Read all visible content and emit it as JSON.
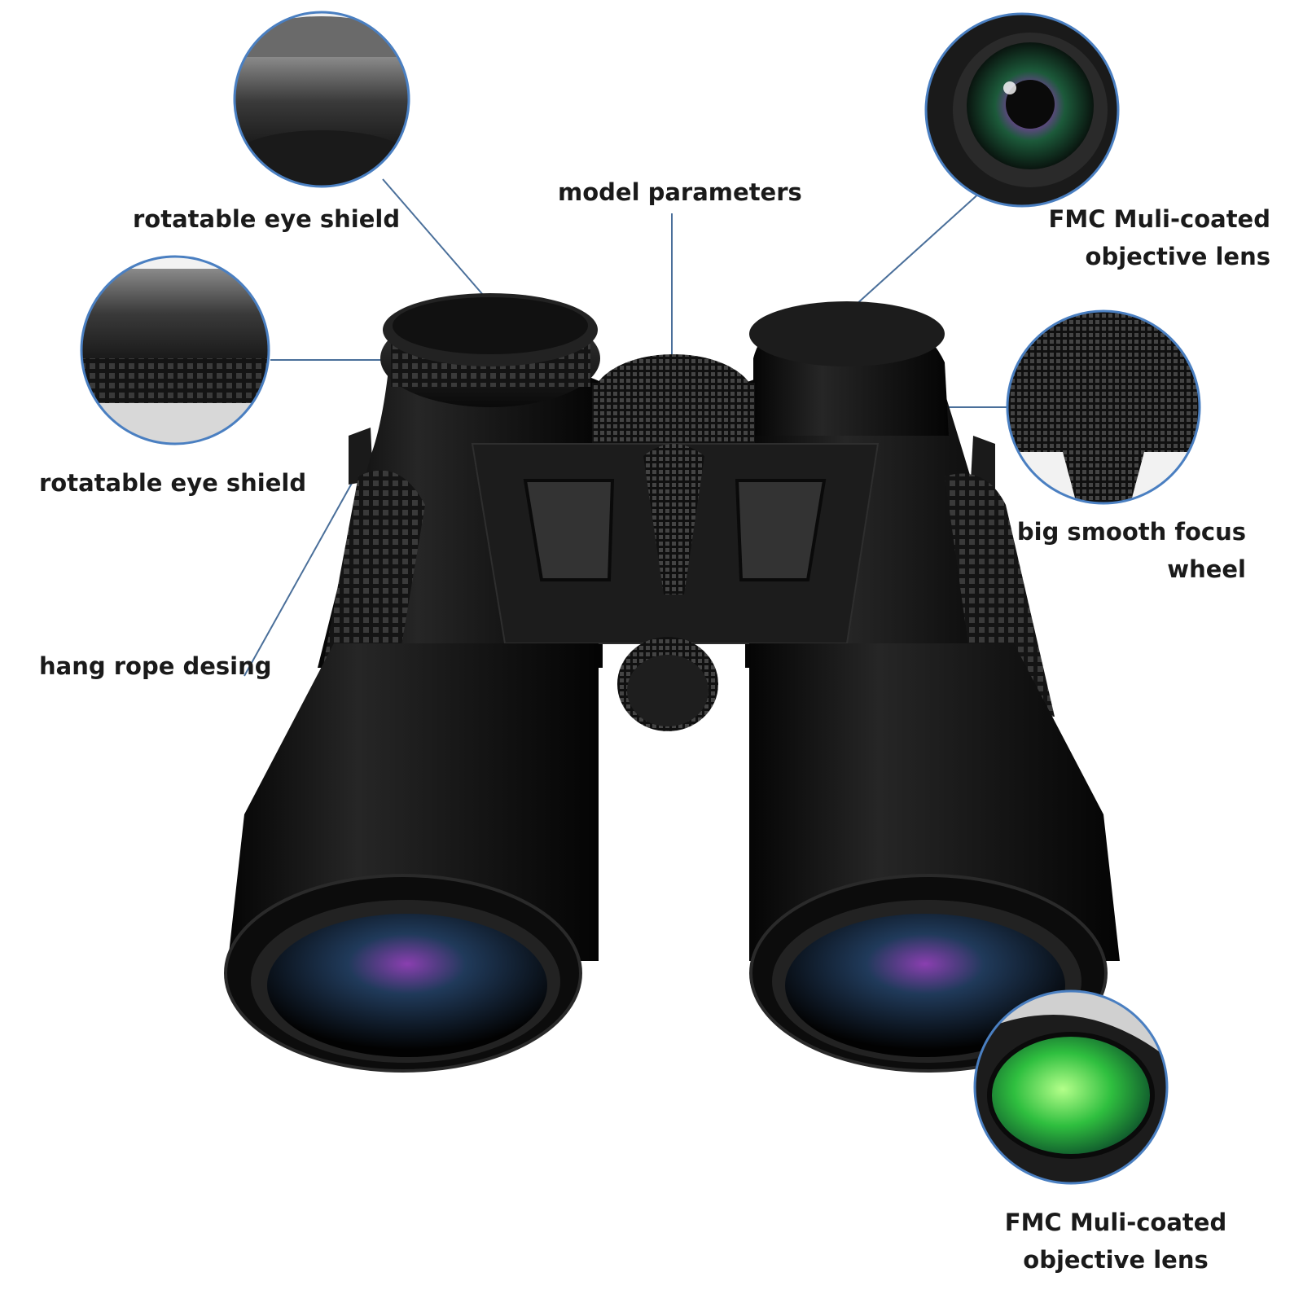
{
  "callouts": {
    "eye_shield_top": "rotatable eye shield",
    "eye_shield_mid": "rotatable eye shield",
    "hang_rope": "hang rope desing",
    "model_parameters": "model parameters",
    "objective_top_line1": "FMC Muli-coated",
    "objective_top_line2": "objective lens",
    "focus_wheel_line1": "big smooth focus",
    "focus_wheel_line2": "wheel",
    "objective_bottom_line1": "FMC Muli-coated",
    "objective_bottom_line2": "objective lens"
  },
  "colors": {
    "body": "#0e0e0e",
    "plate": "#1c1c1c",
    "callout_ring": "#4a7fc1",
    "label_text": "#1a1a1a",
    "lens_green": "#2fbf3f",
    "lens_purple": "#8a3fb0"
  }
}
